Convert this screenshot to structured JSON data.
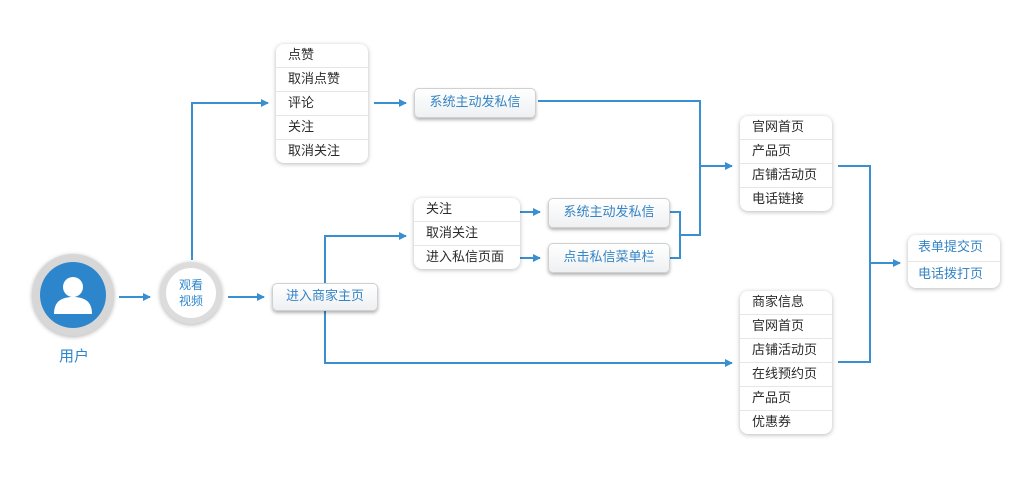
{
  "user": {
    "icon": "user-avatar-icon",
    "label": "用户"
  },
  "watch": {
    "line1": "观看",
    "line2": "视频"
  },
  "interact_menu": [
    "点赞",
    "取消点赞",
    "评论",
    "关注",
    "取消关注"
  ],
  "system_msg_top": "系统主动发私信",
  "enter_home": "进入商家主页",
  "home_menu": [
    "关注",
    "取消关注",
    "进入私信页面"
  ],
  "system_msg_mid": "系统主动发私信",
  "click_menu": "点击私信菜单栏",
  "site_menu": [
    "官网首页",
    "产品页",
    "店铺活动页",
    "电话链接"
  ],
  "merchant_menu": [
    "商家信息",
    "官网首页",
    "店铺活动页",
    "在线预约页",
    "产品页",
    "优惠券"
  ],
  "result_menu": [
    "表单提交页",
    "电话拨打页"
  ],
  "colors": {
    "accent": "#2d86cc",
    "line": "#3a8fd0",
    "button_text": "#3584c5"
  }
}
